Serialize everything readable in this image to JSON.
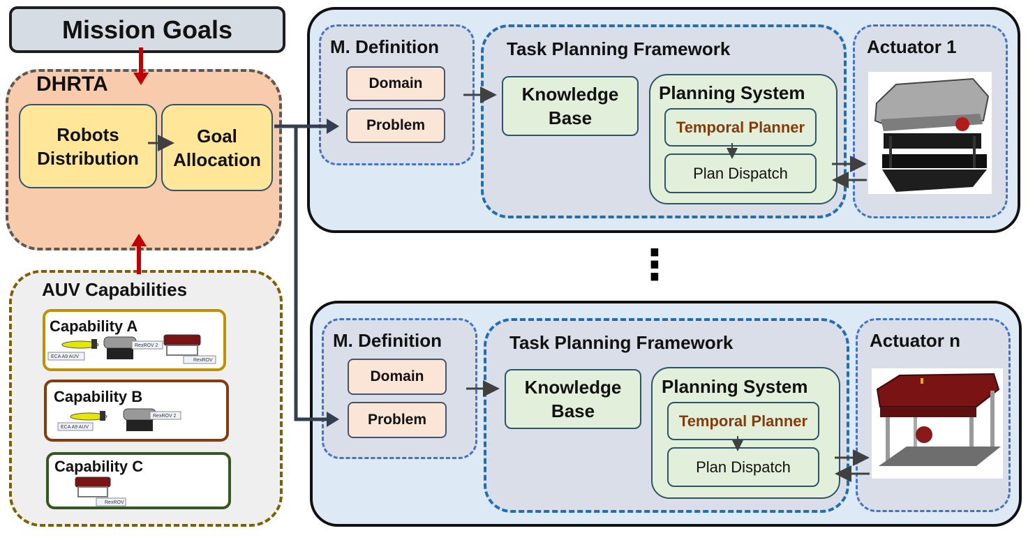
{
  "mission_goals": "Mission Goals",
  "dhrta": {
    "title": "DHRTA",
    "robots_distribution": "Robots Distribution",
    "goal_allocation": "Goal Allocation"
  },
  "auv_capabilities": {
    "title": "AUV Capabilities",
    "capabilities": [
      {
        "title": "Capability A",
        "vehicle_labels": [
          "ECA A9 AUV",
          "RexROV 2",
          "RexROV"
        ]
      },
      {
        "title": "Capability B",
        "vehicle_labels": [
          "ECA A9 AUV",
          "RexROV 2"
        ]
      },
      {
        "title": "Capability C",
        "vehicle_labels": [
          "RexROV"
        ]
      }
    ]
  },
  "planning_units": [
    {
      "m_definition": {
        "title": "M. Definition",
        "domain": "Domain",
        "problem": "Problem"
      },
      "framework": {
        "title": "Task Planning Framework",
        "knowledge_base": "Knowledge Base",
        "planning_system": {
          "title": "Planning System",
          "temporal_planner": "Temporal Planner",
          "plan_dispatch": "Plan Dispatch"
        }
      },
      "actuator": {
        "title": "Actuator 1",
        "vehicle_color": "#8a8a8a"
      }
    },
    {
      "m_definition": {
        "title": "M. Definition",
        "domain": "Domain",
        "problem": "Problem"
      },
      "framework": {
        "title": "Task Planning Framework",
        "knowledge_base": "Knowledge Base",
        "planning_system": {
          "title": "Planning System",
          "temporal_planner": "Temporal Planner",
          "plan_dispatch": "Plan Dispatch"
        }
      },
      "actuator": {
        "title": "Actuator n",
        "vehicle_color": "#7a1414"
      }
    }
  ],
  "ellipsis": "⋮",
  "colors": {
    "arrow_red": "#c00000",
    "arrow_dark": "#333f50",
    "dhrta_fill": "#f8cbad",
    "yellow_fill": "#ffe699",
    "panel_fill": "#dee9f6",
    "green_fill": "#e2efda",
    "peach_fill": "#fbe5d6",
    "temporal_planner_text": "#843c0c"
  }
}
